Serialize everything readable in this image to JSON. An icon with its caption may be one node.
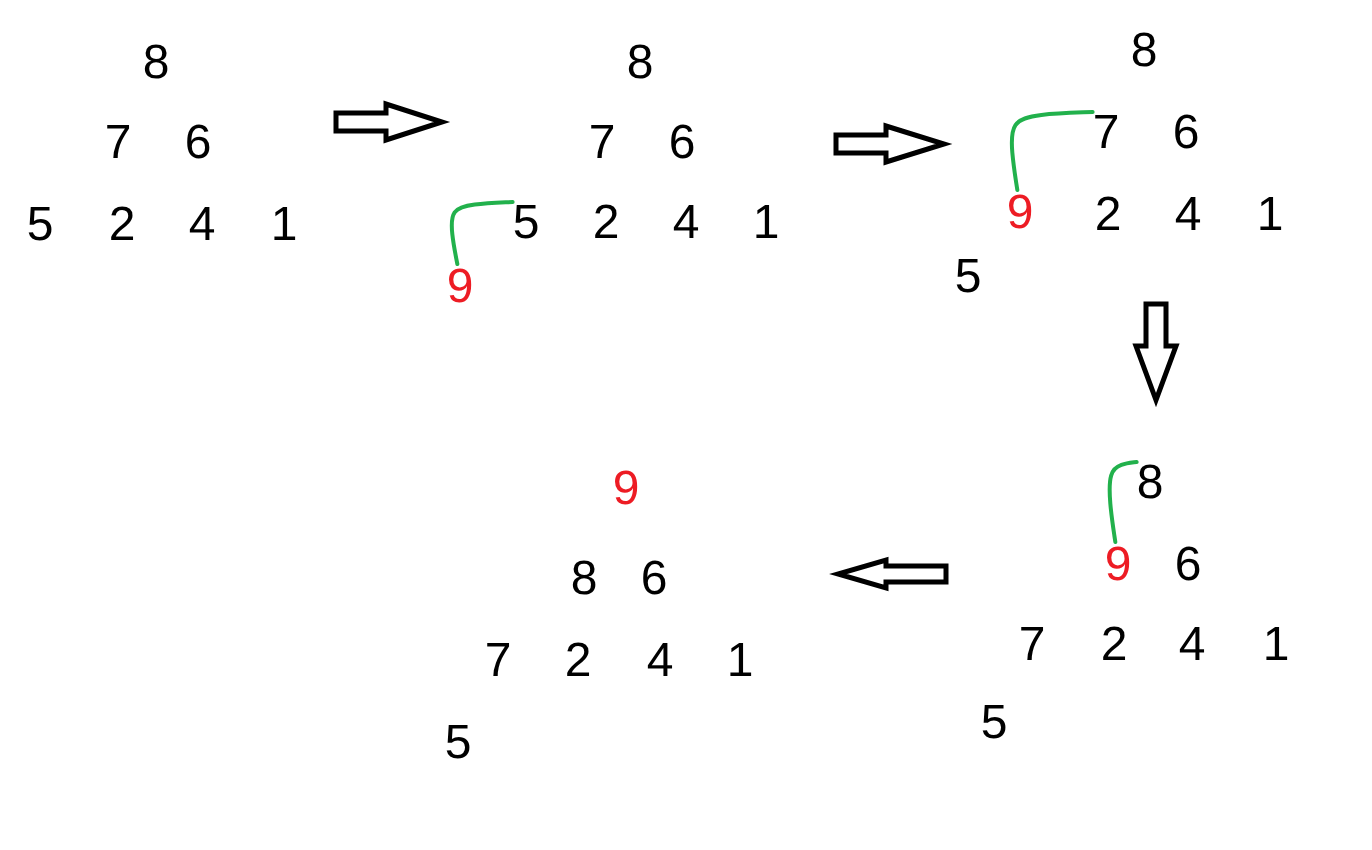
{
  "diagram": {
    "nodes": [
      {
        "text": [
          "8"
        ]
      },
      {
        "text": [
          "7"
        ]
      },
      {
        "text": [
          "6"
        ]
      },
      {
        "text": [
          "5"
        ]
      },
      {
        "text": [
          "2"
        ]
      },
      {
        "text": [
          "4"
        ]
      },
      {
        "text": [
          "1"
        ]
      },
      {
        "text": [
          "8"
        ]
      },
      {
        "text": [
          "7"
        ]
      },
      {
        "text": [
          "6"
        ]
      },
      {
        "text": [
          "5"
        ]
      },
      {
        "text": [
          "2"
        ]
      },
      {
        "text": [
          "4"
        ]
      },
      {
        "text": [
          "1"
        ]
      },
      {
        "text": [
          "9"
        ]
      },
      {
        "text": [
          "8"
        ]
      },
      {
        "text": [
          "7"
        ]
      },
      {
        "text": [
          "6"
        ]
      },
      {
        "text": [
          "9"
        ]
      },
      {
        "text": [
          "2"
        ]
      },
      {
        "text": [
          "4"
        ]
      },
      {
        "text": [
          "1"
        ]
      },
      {
        "text": [
          "5"
        ]
      },
      {
        "text": [
          "8"
        ]
      },
      {
        "text": [
          "9"
        ]
      },
      {
        "text": [
          "6"
        ]
      },
      {
        "text": [
          "7"
        ]
      },
      {
        "text": [
          "2"
        ]
      },
      {
        "text": [
          "4"
        ]
      },
      {
        "text": [
          "1"
        ]
      },
      {
        "text": [
          "5"
        ]
      },
      {
        "text": [
          "9"
        ]
      },
      {
        "text": [
          "8"
        ]
      },
      {
        "text": [
          "6"
        ]
      },
      {
        "text": [
          "7"
        ]
      },
      {
        "text": [
          "2"
        ]
      },
      {
        "text": [
          "4"
        ]
      },
      {
        "text": [
          "1"
        ]
      },
      {
        "text": [
          "5"
        ]
      }
    ],
    "edges": [
      {
        "from": 14,
        "to": 10,
        "arrow": "none",
        "color": "#22b14c"
      },
      {
        "from": 18,
        "to": 16,
        "arrow": "none",
        "color": "#22b14c"
      },
      {
        "from": 24,
        "to": 23,
        "arrow": "none",
        "color": "#22b14c"
      }
    ]
  }
}
